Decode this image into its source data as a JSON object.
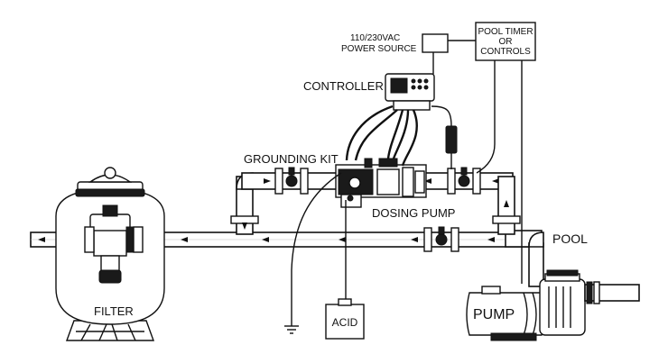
{
  "labels": {
    "power_source_line1": "110/230VAC",
    "power_source_line2": "POWER SOURCE",
    "controller": "CONTROLLER",
    "pool_timer_line1": "POOL TIMER",
    "pool_timer_line2": "OR",
    "pool_timer_line3": "CONTROLS",
    "grounding_kit": "GROUNDING KIT",
    "dosing_pump": "DOSING PUMP",
    "pool": "POOL",
    "filter": "FILTER",
    "acid": "ACID",
    "pump": "PUMP"
  },
  "colors": {
    "line": "#111111",
    "background": "#ffffff"
  }
}
